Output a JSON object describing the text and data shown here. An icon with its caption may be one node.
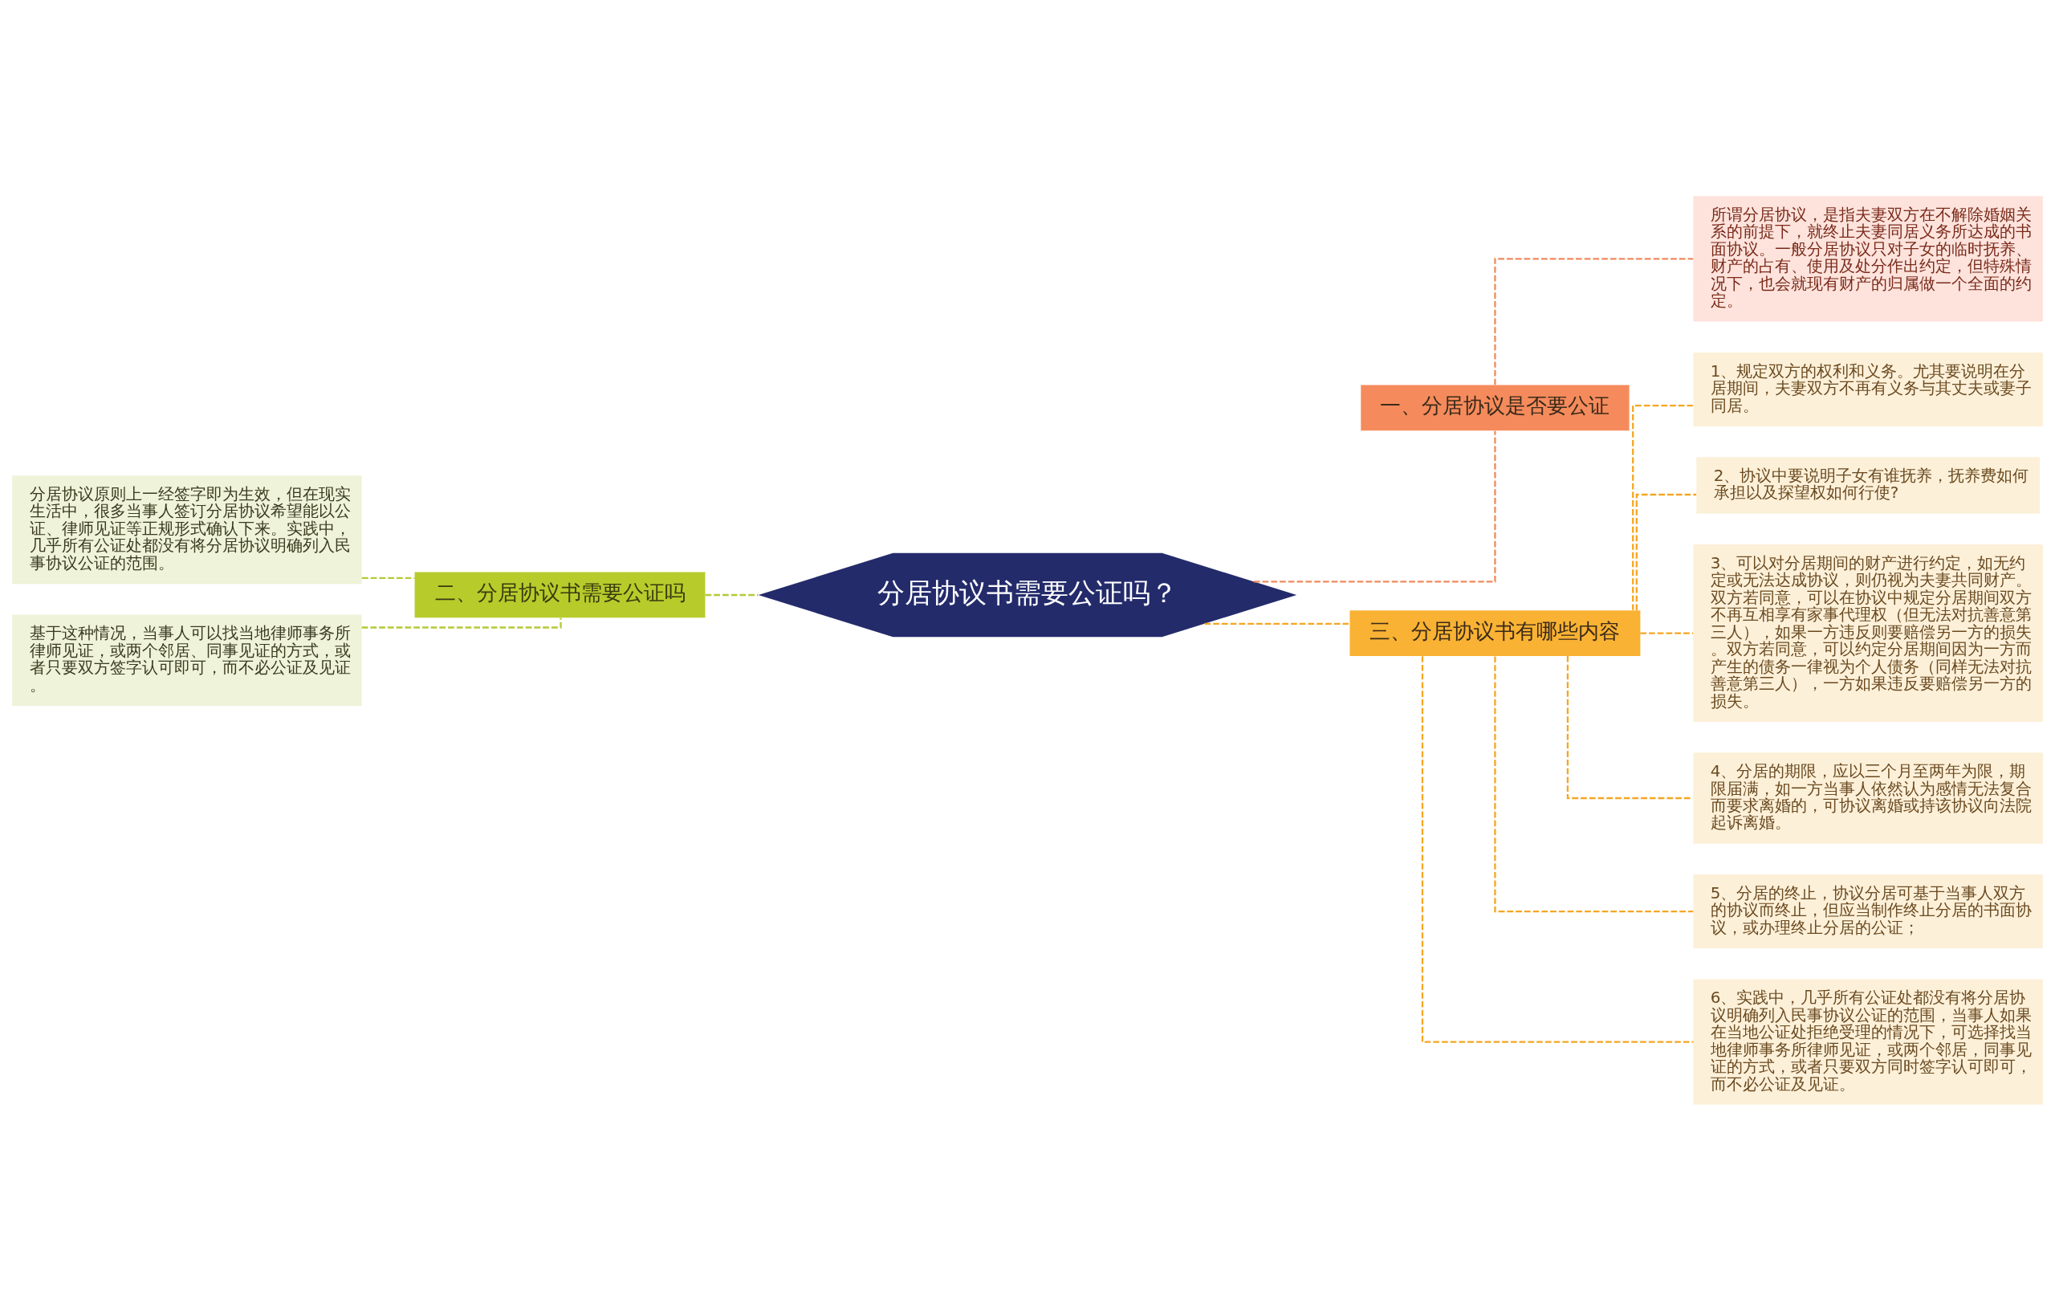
{
  "diagram": {
    "nodes": [
      {
        "text": [
          "分居协议书需要公证吗？"
        ]
      },
      {
        "text": [
          "一、分居协议是否要公证"
        ]
      },
      {
        "text": [
          "所谓分居协议，是指夫妻双方在不解除婚姻关系的前提下，就终止夫妻同居义务所达成的书面协议。一般分居协议只对子女的临时抚养、财产的占有、使用及处分作出约定，但特殊情况下，也会就现有财产的归属做一个全面的约定。"
        ]
      },
      {
        "text": [
          "二、分居协议书需要公证吗"
        ]
      },
      {
        "text": [
          "分居协议原则上一经签字即为生效，但在现实生活中，很多当事人签订分居协议希望能以公证、律师见证等正规形式确认下来。实践中，几乎所有公证处都没有将分居协议明确列入民事协议公证的范围。"
        ]
      },
      {
        "text": [
          "基于这种情况，当事人可以找当地律师事务所律师见证，或两个邻居、同事见证的方式，或者只要双方签字认可即可，而不必公证及见证。"
        ]
      },
      {
        "text": [
          "三、分居协议书有哪些内容"
        ]
      },
      {
        "text": [
          "1、规定双方的权利和义务。尤其要说明在分居期间，夫妻双方不再有义务与其丈夫或妻子同居。"
        ]
      },
      {
        "text": [
          "2、协议中要说明子女有谁抚养，抚养费如何承担以及探望权如何行使?"
        ]
      },
      {
        "text": [
          "3、可以对分居期间的财产进行约定，如无约定或无法达成协议，则仍视为夫妻共同财产。双方若同意，可以在协议中规定分居期间双方不再互相享有家事代理权（但无法对抗善意第三人），如果一方违反则要赔偿另一方的损失。双方若同意，可以约定分居期间因为一方而产生的债务一律视为个人债务（同样无法对抗善意第三人），一方如果违反要赔偿另一方的损失。"
        ]
      },
      {
        "text": [
          "4、分居的期限，应以三个月至两年为限，期限届满，如一方当事人依然认为感情无法复合而要求离婚的，可协议离婚或持该协议向法院起诉离婚。"
        ]
      },
      {
        "text": [
          "5、分居的终止，协议分居可基于当事人双方的协议而终止，但应当制作终止分居的书面协议，或办理终止分居的公证；"
        ]
      },
      {
        "text": [
          "6、实践中，几乎所有公证处都没有将分居协议明确列入民事协议公证的范围，当事人如果在当地公证处拒绝受理的情况下，可选择找当地律师事务所律师见证，或两个邻居，同事见证的方式，或者只要双方同时签字认可即可，而不必公证及见证。"
        ]
      }
    ],
    "edges": [
      {
        "from": 0,
        "to": 1,
        "arrow": "none",
        "style": "dashed",
        "color": "#f08a5d"
      },
      {
        "from": 1,
        "to": 2,
        "arrow": "none",
        "style": "dashed",
        "color": "#f08a5d"
      },
      {
        "from": 0,
        "to": 3,
        "arrow": "none",
        "style": "dashed",
        "color": "#b5c935"
      },
      {
        "from": 3,
        "to": 4,
        "arrow": "none",
        "style": "dashed",
        "color": "#b5c935"
      },
      {
        "from": 3,
        "to": 5,
        "arrow": "none",
        "style": "dashed",
        "color": "#b5c935"
      },
      {
        "from": 0,
        "to": 6,
        "arrow": "none",
        "style": "dashed",
        "color": "#f5a623"
      },
      {
        "from": 6,
        "to": 7,
        "arrow": "none",
        "style": "dashed",
        "color": "#f5a623"
      },
      {
        "from": 6,
        "to": 8,
        "arrow": "none",
        "style": "dashed",
        "color": "#f5a623"
      },
      {
        "from": 6,
        "to": 9,
        "arrow": "none",
        "style": "dashed",
        "color": "#f5a623"
      },
      {
        "from": 6,
        "to": 10,
        "arrow": "none",
        "style": "dashed",
        "color": "#f5a623"
      },
      {
        "from": 6,
        "to": 11,
        "arrow": "none",
        "style": "dashed",
        "color": "#f5a623"
      },
      {
        "from": 6,
        "to": 12,
        "arrow": "none",
        "style": "dashed",
        "color": "#f5a623"
      }
    ]
  }
}
